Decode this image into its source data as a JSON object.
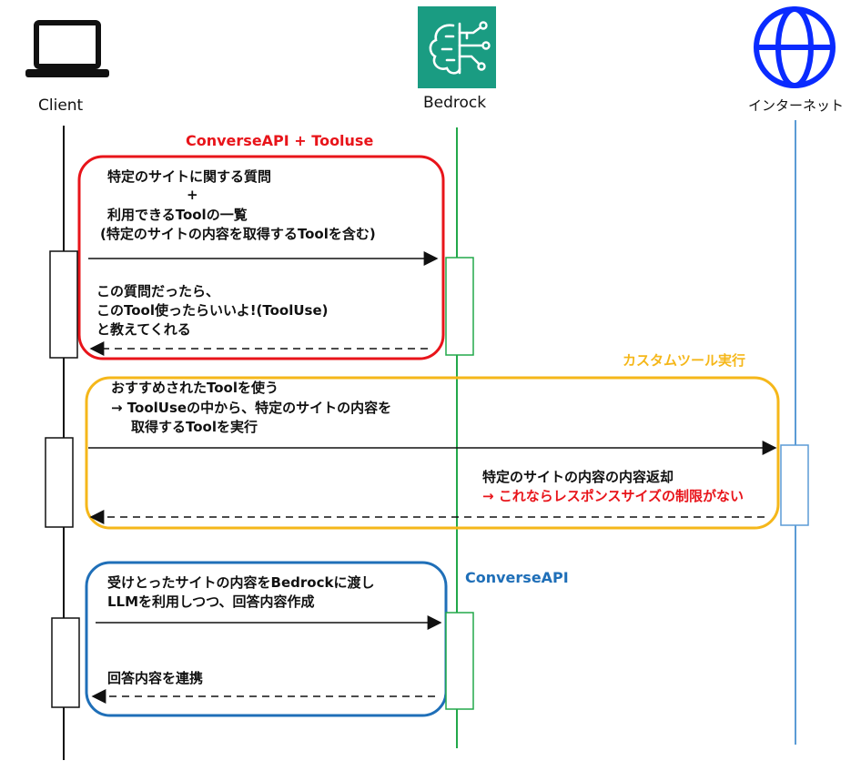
{
  "actors": {
    "client": {
      "name": "Client",
      "icon": "laptop-icon"
    },
    "bedrock": {
      "name": "Bedrock",
      "icon": "bedrock-brain-icon",
      "color": "#1a9c82"
    },
    "internet": {
      "name": "インターネット",
      "icon": "globe-icon",
      "color": "#0a2bff"
    }
  },
  "sections": {
    "converse_tooluse": {
      "title": "ConverseAPI + Tooluse",
      "color": "#e8141a",
      "request_lines": [
        "特定のサイトに関する質問",
        "+",
        "利用できるToolの一覧",
        "(特定のサイトの内容を取得するToolを含む)"
      ],
      "response_lines": [
        "この質問だったら、",
        "このTool使ったらいいよ!(ToolUse)",
        "と教えてくれる"
      ]
    },
    "custom_tool": {
      "title": "カスタムツール実行",
      "color": "#f5b71a",
      "request_lines": [
        "おすすめされたToolを使う",
        "→ ToolUseの中から、特定のサイトの内容を",
        "取得するToolを実行"
      ],
      "response_line": "特定のサイトの内容の内容返却",
      "response_note": "→ これならレスポンスサイズの制限がない",
      "note_color": "#e8141a"
    },
    "converse_api": {
      "title": "ConverseAPI",
      "color": "#1f6fb8",
      "request_lines": [
        "受けとったサイトの内容をBedrockに渡し",
        "LLMを利用しつつ、回答内容作成"
      ],
      "response_line": "回答内容を連携"
    }
  },
  "colors": {
    "client_line": "#111111",
    "bedrock_line": "#22a84a",
    "internet_line": "#5b9bd5"
  }
}
